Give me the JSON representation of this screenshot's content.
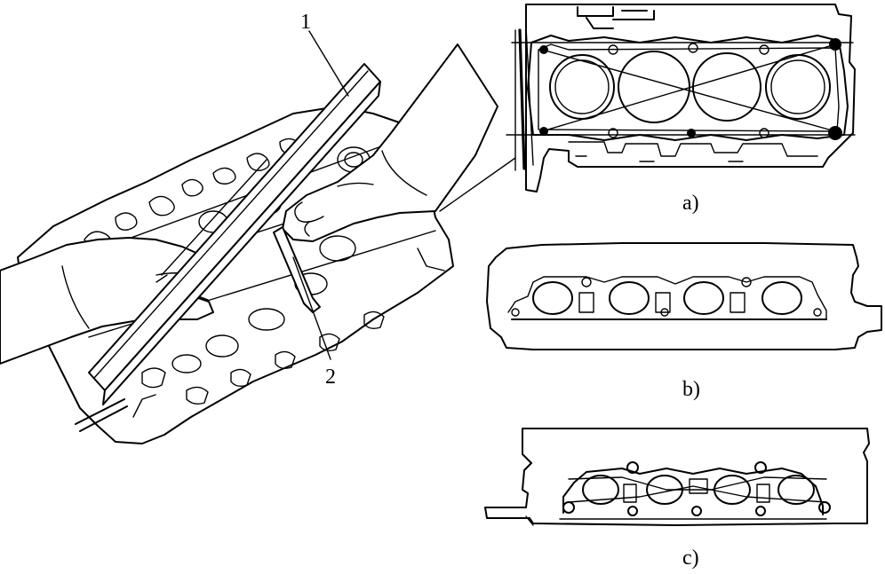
{
  "callouts": {
    "straightedge_label": "1",
    "feeler_gauge_label": "2"
  },
  "views": {
    "a_label": "a)",
    "b_label": "b)",
    "c_label": "c)"
  }
}
